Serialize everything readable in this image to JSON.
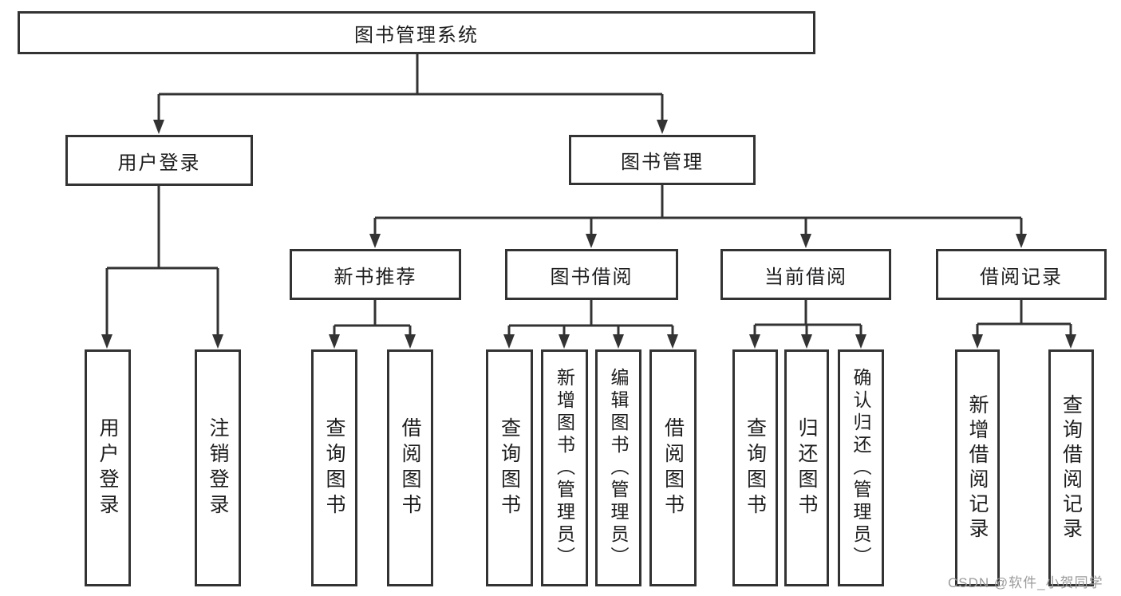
{
  "tree": {
    "root": "图书管理系统",
    "level2": [
      "用户登录",
      "图书管理"
    ],
    "level3": [
      "新书推荐",
      "图书借阅",
      "当前借阅",
      "借阅记录"
    ],
    "leaves": [
      "用户登录",
      "注销登录",
      "查询图书",
      "借阅图书",
      "查询图书",
      "新增图书（管理员）",
      "编辑图书（管理员）",
      "借阅图书",
      "查询图书",
      "归还图书",
      "确认归还（管理员）",
      "新增借阅记录",
      "查询借阅记录"
    ]
  },
  "watermark": "CSDN @软件_小贺同学",
  "colors": {
    "line": "#333333",
    "text": "#1d1d1f",
    "box_background": "#ffffff",
    "watermark": "#9b9b9b"
  }
}
